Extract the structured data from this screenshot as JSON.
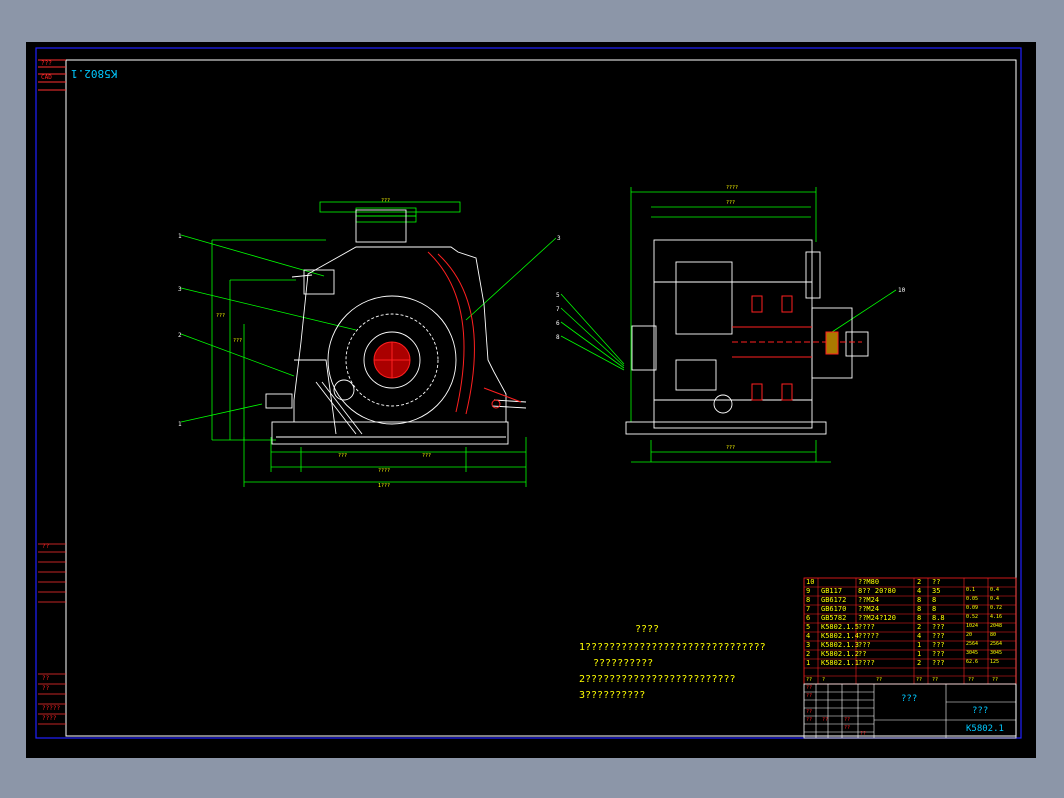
{
  "drawing_number": "K5802.1",
  "drawing_number_mirrored": "K5802.1",
  "corner_stamp": {
    "top": "???",
    "bottom": "CAD"
  },
  "left_strip_labels": [
    "??",
    "??",
    "??",
    "?????",
    "????"
  ],
  "view_callouts": {
    "front": [
      "1",
      "3",
      "2",
      "1",
      "3"
    ],
    "side": [
      "5",
      "7",
      "6",
      "8",
      "10"
    ]
  },
  "dimension_labels": {
    "front_bottom_1": "???",
    "front_bottom_2": "???",
    "front_bottom_3": "????",
    "front_bottom_4": "1???",
    "front_top": "???",
    "front_left_1": "???",
    "front_left_2": "???",
    "side_top_1": "????",
    "side_top_2": "???",
    "side_bottom": "???"
  },
  "notes": {
    "title": "????",
    "lines": [
      "1??????????????????????????????",
      "??????????",
      "2?????????????????????????",
      "3??????????"
    ]
  },
  "bom": {
    "rows": [
      {
        "no": "10",
        "code": "",
        "name": "??M80",
        "qty": "2",
        "material": "??",
        "w1": "",
        "w2": ""
      },
      {
        "no": "9",
        "code": "GB117",
        "name": "8?? 20?80",
        "qty": "4",
        "material": "35",
        "w1": "0.1",
        "w2": "0.4"
      },
      {
        "no": "8",
        "code": "GB6172",
        "name": "??M24",
        "qty": "8",
        "material": "8",
        "w1": "0.05",
        "w2": "0.4"
      },
      {
        "no": "7",
        "code": "GB6170",
        "name": "??M24",
        "qty": "8",
        "material": "8",
        "w1": "0.09",
        "w2": "0.72"
      },
      {
        "no": "6",
        "code": "GB5782",
        "name": "??M24?120",
        "qty": "8",
        "material": "8.8",
        "w1": "0.52",
        "w2": "4.16"
      },
      {
        "no": "5",
        "code": "K5802.1.5",
        "name": "????",
        "qty": "2",
        "material": "???",
        "w1": "1024",
        "w2": "2048"
      },
      {
        "no": "4",
        "code": "K5802.1.4",
        "name": "?????",
        "qty": "4",
        "material": "???",
        "w1": "20",
        "w2": "80"
      },
      {
        "no": "3",
        "code": "K5802.1.3",
        "name": "???",
        "qty": "1",
        "material": "???",
        "w1": "2564",
        "w2": "2564"
      },
      {
        "no": "2",
        "code": "K5802.1.2",
        "name": "??",
        "qty": "1",
        "material": "???",
        "w1": "3045",
        "w2": "3045"
      },
      {
        "no": "1",
        "code": "K5802.1.1",
        "name": "????",
        "qty": "2",
        "material": "???",
        "w1": "62.6",
        "w2": "125"
      }
    ],
    "header": [
      "??",
      "?",
      "??",
      "??",
      "??",
      "??",
      "??"
    ]
  },
  "title_block": {
    "name": "???",
    "drawing_title": "???",
    "drawing_number": "K5802.1",
    "small_labels": [
      "??",
      "??",
      "??",
      "??",
      "??",
      "??",
      "??",
      "??"
    ]
  },
  "colors": {
    "border": "#1a1aff",
    "frame": "#ffffff",
    "outline": "#ffffff",
    "dim": "#00ff00",
    "text": "#ffff00",
    "red": "#ff2020",
    "cyan": "#00c8ff"
  }
}
